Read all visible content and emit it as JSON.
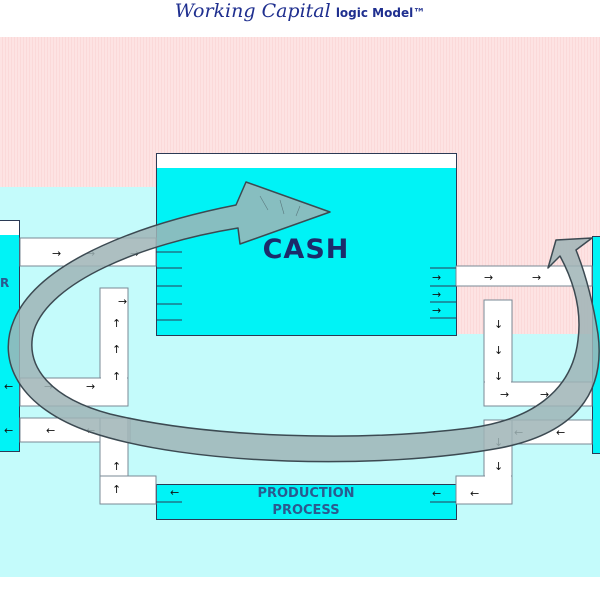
{
  "title": {
    "cursive_text": "Working Capital",
    "bold_text": "logic Model™"
  },
  "cash_box": {
    "label": "CASH"
  },
  "production_box": {
    "line1": "PRODUCTION",
    "line2": "PROCESS"
  },
  "left_box": {
    "partial_label": "R"
  },
  "colors": {
    "pink_zone": "#fde3e3",
    "cyan_zone": "#c4fbfb",
    "box_fill": "#00f3f6",
    "title_blue": "#1f2f8f",
    "cycle_arrow": "#9fb4b6"
  },
  "icons": [
    "right-arrow-icon",
    "down-arrow-icon",
    "left-arrow-icon",
    "up-arrow-icon",
    "cycle-arrow-icon"
  ]
}
